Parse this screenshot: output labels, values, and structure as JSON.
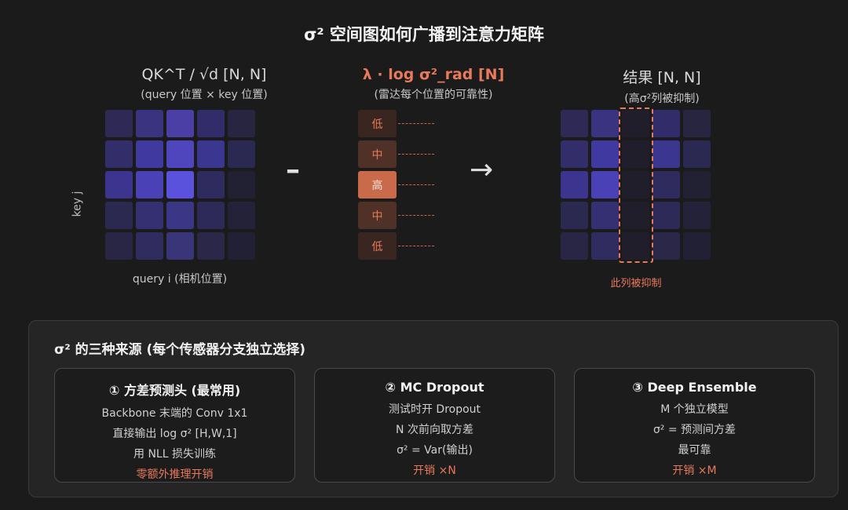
{
  "title": "σ² 空间图如何广播到注意力矩阵",
  "left_panel": {
    "heading": "QK^T / √d [N, N]",
    "subheading": "(query 位置 × key 位置)",
    "y_axis_label": "key j",
    "x_axis_label": "query i (相机位置)"
  },
  "minus_symbol": "–",
  "middle_panel": {
    "heading": "λ · log σ²_rad [N]",
    "subheading": "(雷达每个位置的可靠性)",
    "items": [
      "低",
      "中",
      "高",
      "中",
      "低"
    ]
  },
  "arrow_symbol": "→",
  "right_panel": {
    "heading": "结果 [N, N]",
    "subheading": "(高σ²列被抑制)",
    "suppressed_label": "此列被抑制"
  },
  "bottom": {
    "title": "σ² 的三种来源 (每个传感器分支独立选择)",
    "cards": [
      {
        "title": "① 方差预测头 (最常用)",
        "lines": [
          "Backbone 末端的 Conv 1x1",
          "直接输出 log σ² [H,W,1]",
          "用 NLL 损失训练"
        ],
        "cost": "零额外推理开销"
      },
      {
        "title": "② MC Dropout",
        "lines": [
          "测试时开 Dropout",
          "N 次前向取方差",
          "σ² = Var(输出)"
        ],
        "cost": "开销 ×N"
      },
      {
        "title": "③ Deep Ensemble",
        "lines": [
          "M 个独立模型",
          "σ² = 预测间方差",
          "最可靠"
        ],
        "cost": "开销 ×M"
      }
    ]
  },
  "colors": {
    "accent": "#e8795a",
    "vector_levels": [
      "#3a2620",
      "#4f3127",
      "#c96a4b",
      "#4f3127",
      "#3a2620"
    ]
  },
  "matrices": {
    "left_colors": [
      [
        "#2e2a55",
        "#3a3380",
        "#4b3fa6",
        "#322d6a",
        "#27253f"
      ],
      [
        "#332e6a",
        "#4039a0",
        "#4f45bd",
        "#3b3690",
        "#2b2852"
      ],
      [
        "#3c348f",
        "#4a41b6",
        "#5a52dc",
        "#2f2b5e",
        "#222033"
      ],
      [
        "#2c2950",
        "#353072",
        "#3c3686",
        "#2d2a58",
        "#242238"
      ],
      [
        "#282644",
        "#302c60",
        "#3a3478",
        "#2a2748",
        "#222034"
      ]
    ],
    "right_colors": [
      [
        "#2e2a55",
        "#3a3380",
        "#1f1e2a",
        "#322d6a",
        "#27253f"
      ],
      [
        "#332e6a",
        "#4039a0",
        "#1f1e2a",
        "#3b3690",
        "#2b2852"
      ],
      [
        "#3c348f",
        "#4a41b6",
        "#1f1e2a",
        "#2f2b5e",
        "#222033"
      ],
      [
        "#2c2950",
        "#353072",
        "#1f1e2a",
        "#2d2a58",
        "#242238"
      ],
      [
        "#282644",
        "#302c60",
        "#1f1e2a",
        "#2a2748",
        "#222034"
      ]
    ]
  }
}
